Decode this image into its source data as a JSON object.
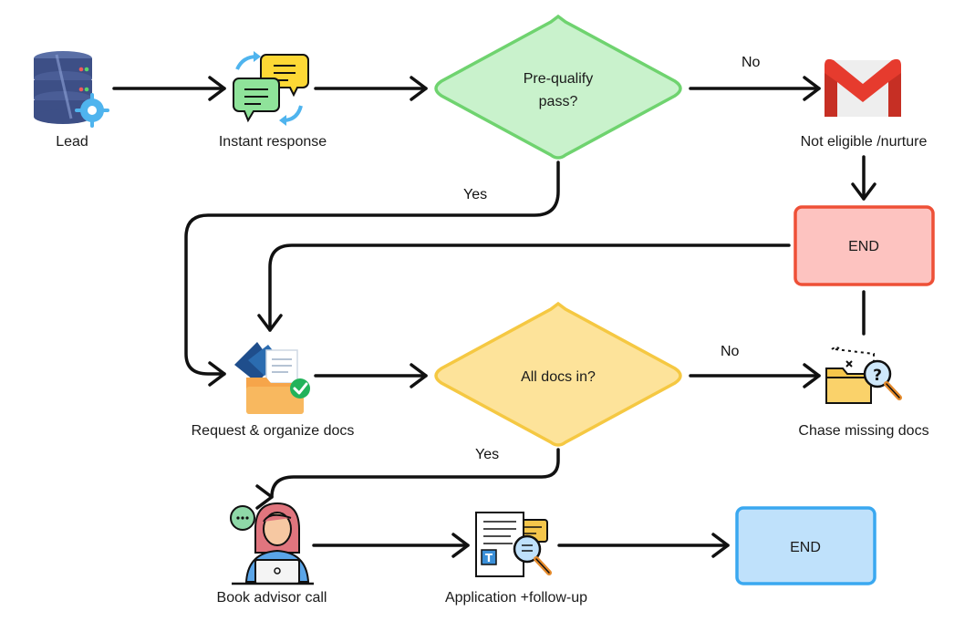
{
  "nodes": {
    "lead": {
      "label": "Lead"
    },
    "instant_response": {
      "label": "Instant response"
    },
    "prequalify": {
      "line1": "Pre-qualify",
      "line2": "pass?"
    },
    "not_eligible": {
      "label": "Not eligible /nurture"
    },
    "end_red": {
      "label": "END"
    },
    "request_docs": {
      "label": "Request & organize docs"
    },
    "all_docs": {
      "label": "All docs in?"
    },
    "chase_docs": {
      "label": "Chase missing docs"
    },
    "book_call": {
      "label": "Book advisor call"
    },
    "application": {
      "label": "Application +follow-up"
    },
    "end_blue": {
      "label": "END"
    }
  },
  "edges": {
    "prequalify_no": "No",
    "prequalify_yes": "Yes",
    "docs_no": "No",
    "docs_yes": "Yes"
  },
  "colors": {
    "green_fill": "#c9f2cc",
    "green_stroke": "#6fd36f",
    "yellow_fill": "#fde39a",
    "yellow_stroke": "#f5c842",
    "red_fill": "#fdc3c0",
    "red_stroke": "#ee5037",
    "blue_fill": "#bfe1fb",
    "blue_stroke": "#3aa8f0",
    "arrow": "#111111"
  }
}
